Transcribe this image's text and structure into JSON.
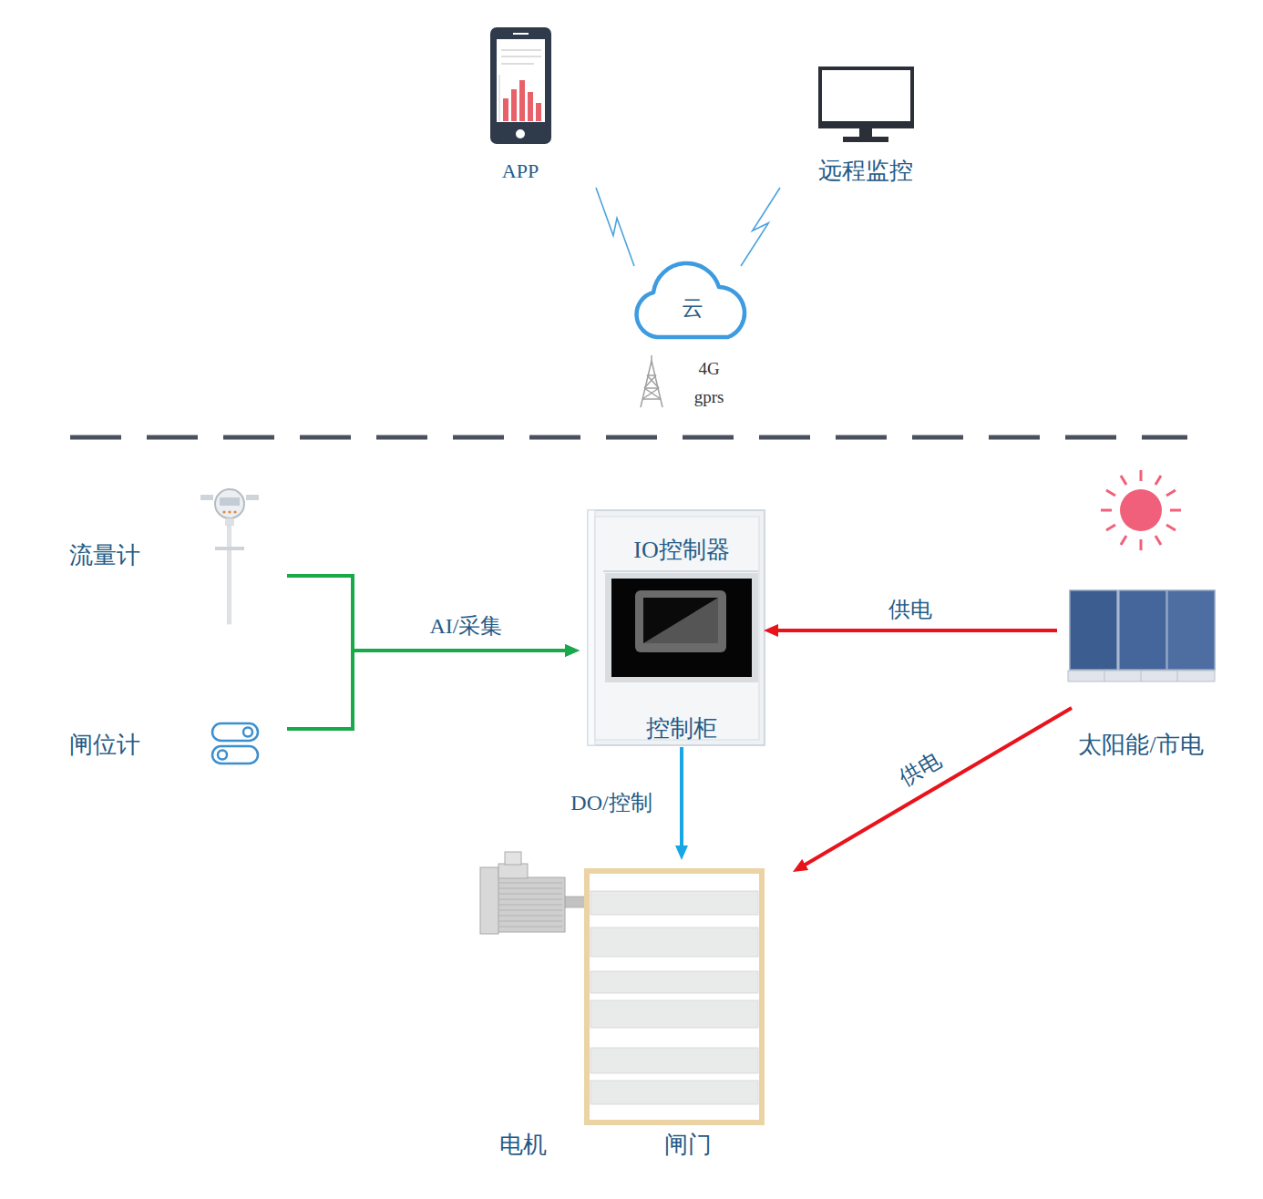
{
  "diagram": {
    "nodes": [
      {
        "text": [
          "APP"
        ]
      },
      {
        "text": [
          "远程监控"
        ]
      },
      {
        "text": [
          "云"
        ]
      },
      {
        "text": [
          "流量计"
        ]
      },
      {
        "text": [
          "IO控制器",
          "控制柜"
        ]
      },
      {
        "text": [
          "太阳能/市电"
        ]
      },
      {
        "text": [
          "闸位计"
        ]
      },
      {
        "text": [
          "电机"
        ]
      },
      {
        "text": [
          "闸门"
        ]
      }
    ],
    "edges": [
      {
        "from": 0,
        "to": 2,
        "arrow": "none"
      },
      {
        "from": 1,
        "to": 2,
        "arrow": "none"
      },
      {
        "from": 3,
        "to": 4,
        "label": "AI/采集",
        "arrow": "to"
      },
      {
        "from": 6,
        "to": 4,
        "arrow": "to"
      },
      {
        "from": 5,
        "to": 4,
        "label": "供电",
        "arrow": "to"
      },
      {
        "from": 5,
        "to": 8,
        "label": "供电",
        "arrow": "to"
      },
      {
        "from": 4,
        "to": 8,
        "label": "DO/控制",
        "arrow": "to"
      }
    ],
    "labels": [
      "4G",
      "gprs"
    ]
  }
}
